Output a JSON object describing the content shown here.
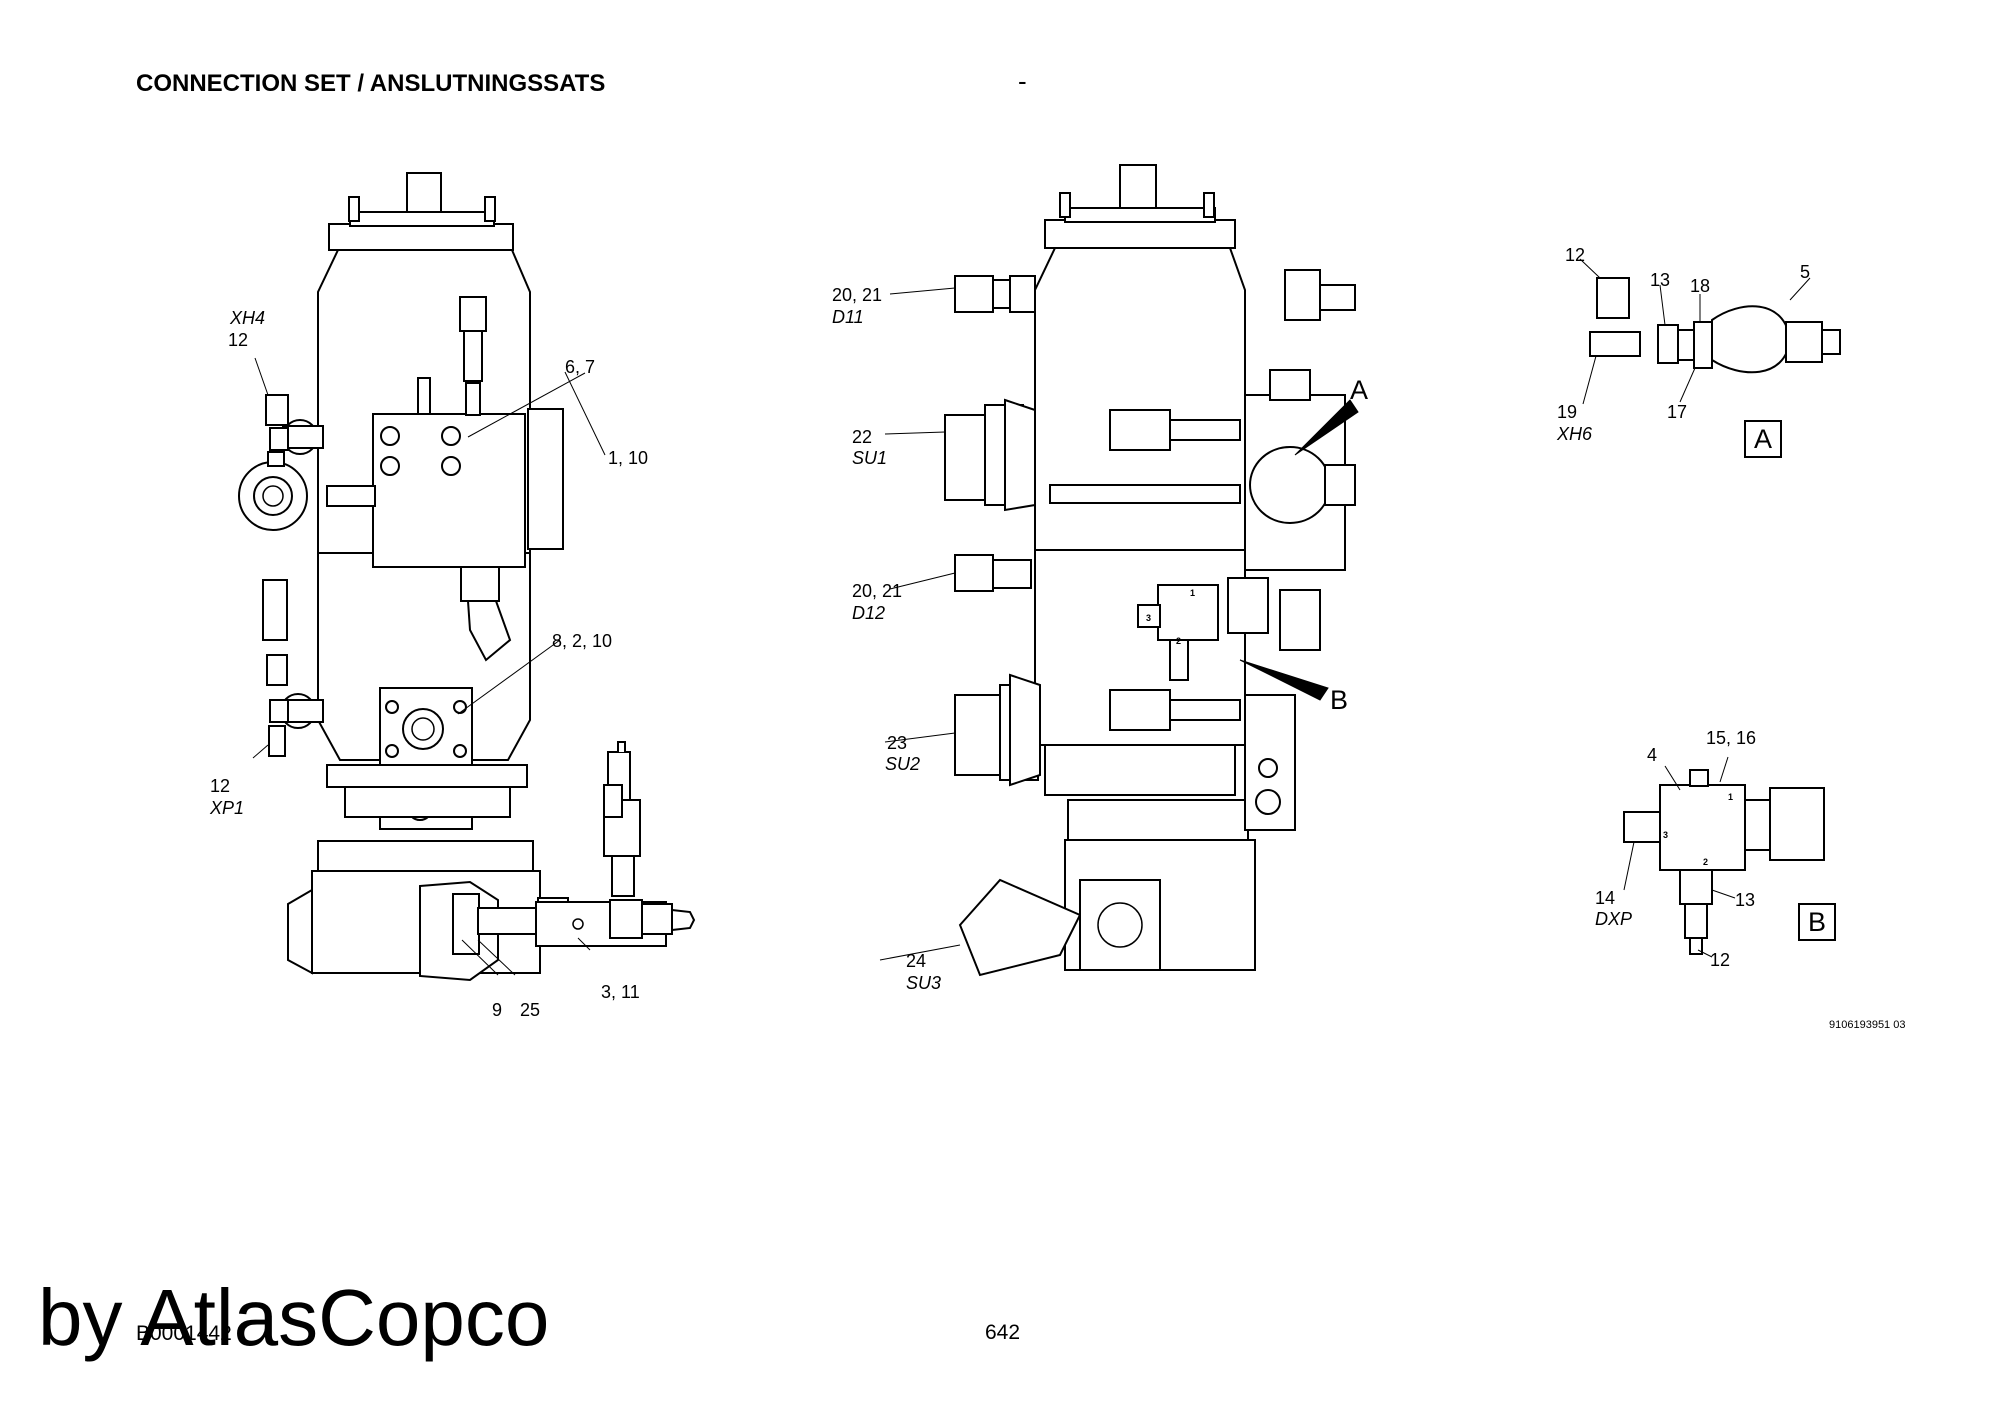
{
  "header": {
    "title": "CONNECTION SET / ANSLUTNINGSSATS",
    "separator": "-"
  },
  "callouts": {
    "xh4": "XH4",
    "n12_a": "12",
    "n6_7": "6, 7",
    "n1_10": "1, 10",
    "n8_2_10": "8, 2, 10",
    "n12_b": "12",
    "xp1": "XP1",
    "n9": "9",
    "n25": "25",
    "n3_11": "3, 11",
    "n20_21_a": "20, 21",
    "d11": "D11",
    "n22": "22",
    "su1": "SU1",
    "n20_21_b": "20, 21",
    "d12": "D12",
    "n23": "23",
    "su2": "SU2",
    "n24": "24",
    "su3": "SU3",
    "a_marker": "A",
    "b_marker": "B"
  },
  "detail_a": {
    "n12": "12",
    "n13": "13",
    "n18": "18",
    "n5": "5",
    "n19": "19",
    "xh6": "XH6",
    "n17": "17",
    "box": "A"
  },
  "detail_b": {
    "n4": "4",
    "n15_16": "15, 16",
    "n14": "14",
    "dxp": "DXP",
    "n13": "13",
    "n12": "12",
    "box": "B",
    "port1": "1",
    "port2": "2",
    "port3": "3"
  },
  "valve_ports": {
    "p1": "1",
    "p2": "2",
    "p3": "3"
  },
  "footer": {
    "doc_number": "9106193951 03",
    "page_number": "642",
    "code": "B0001442",
    "watermark": "by AtlasCopco"
  }
}
